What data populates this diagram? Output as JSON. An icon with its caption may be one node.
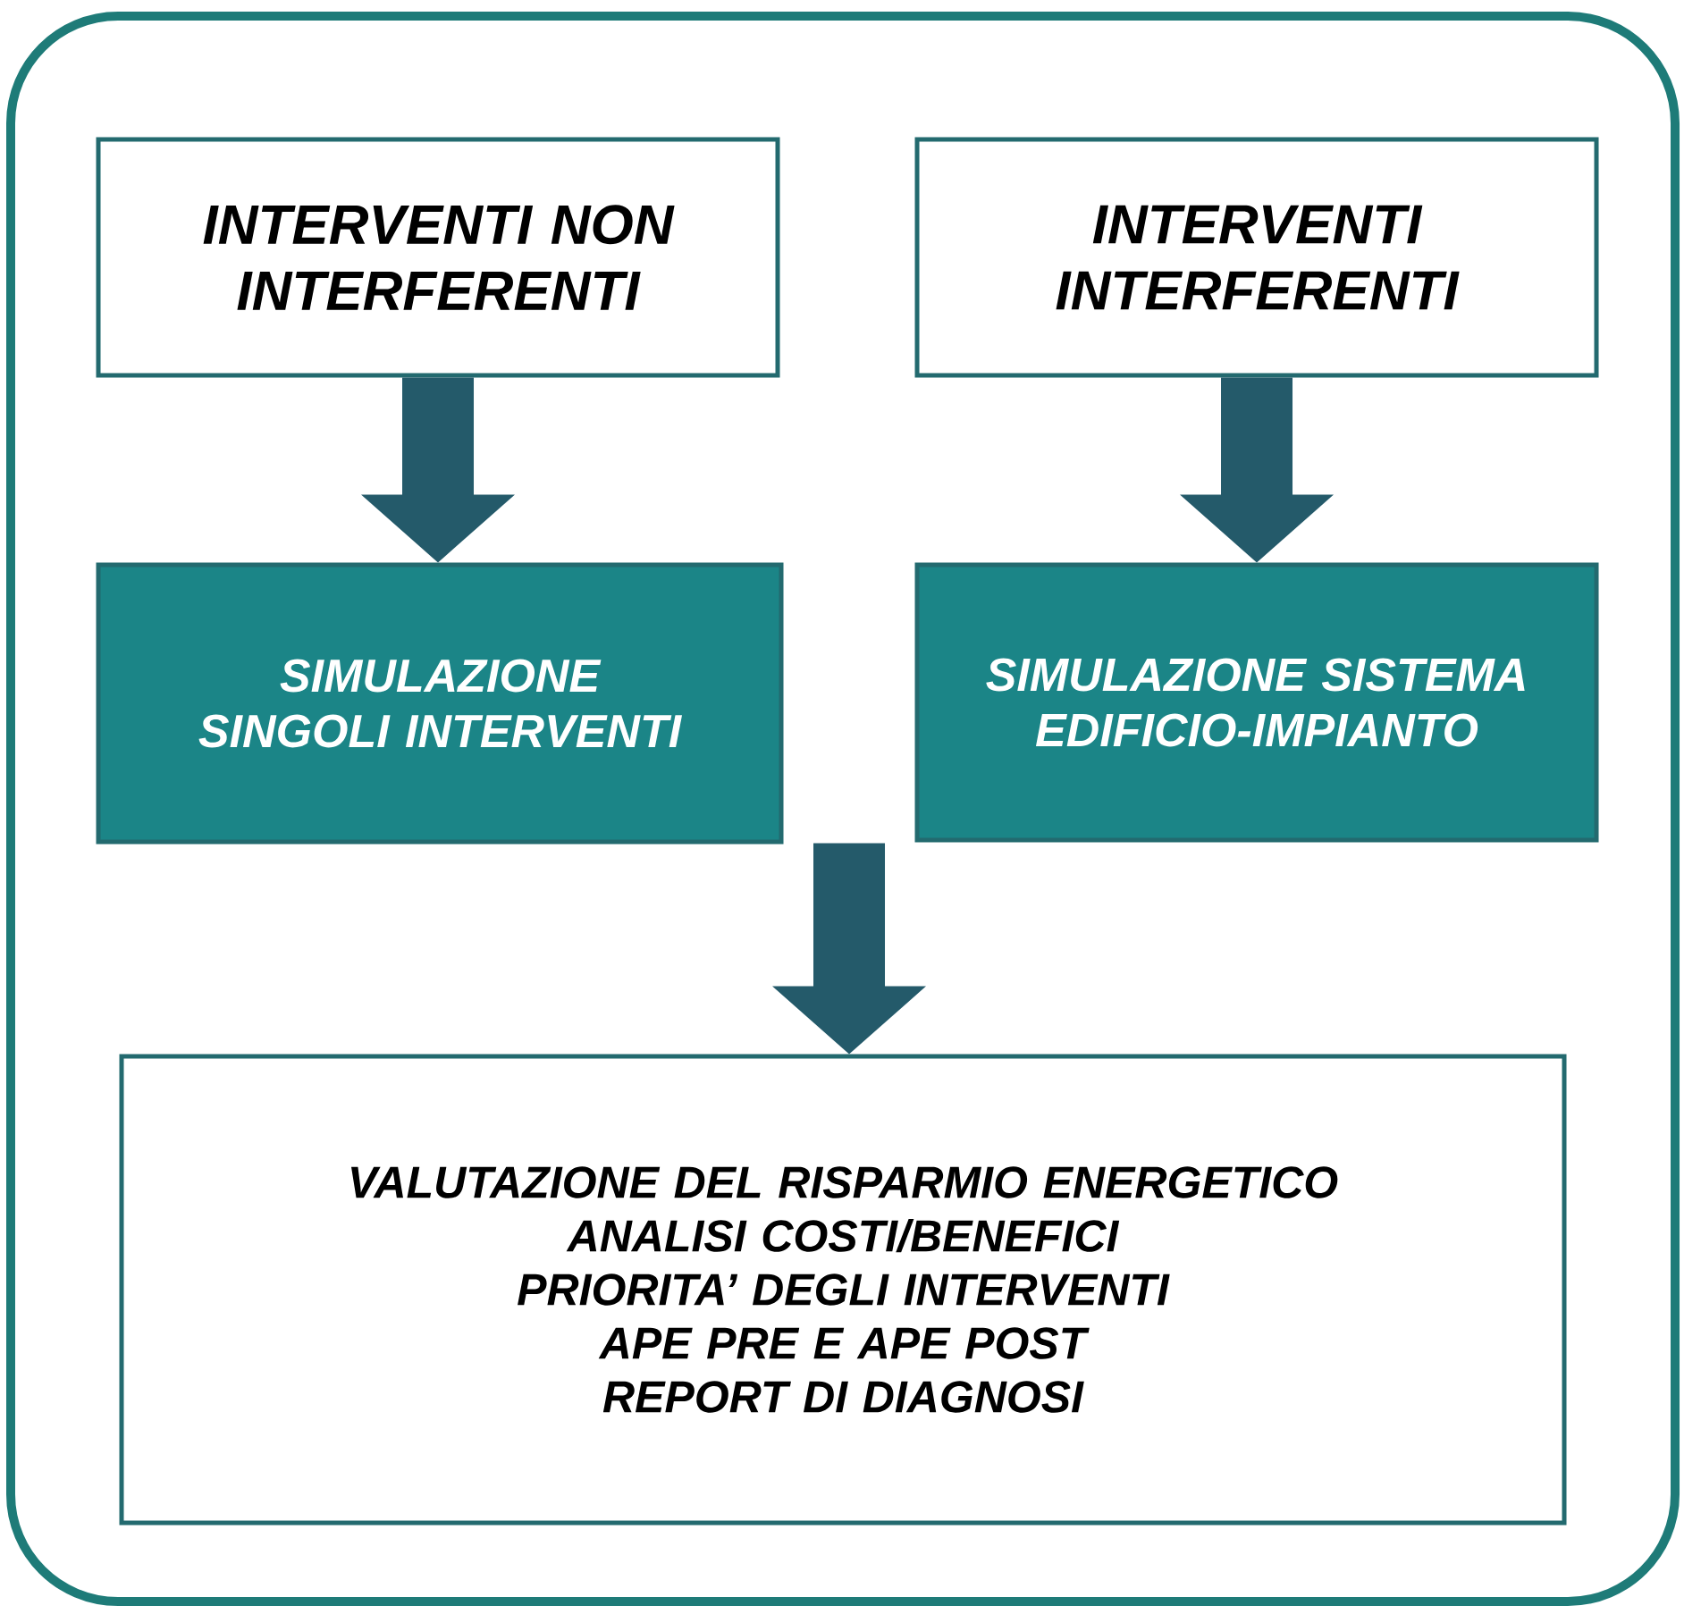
{
  "diagram": {
    "nodes": [
      {
        "text": [
          "INTERVENTI NON INTERFERENTI"
        ]
      },
      {
        "text": [
          "INTERVENTI INTERFERENTI"
        ]
      },
      {
        "text": [
          "SIMULAZIONE SINGOLI INTERVENTI"
        ]
      },
      {
        "text": [
          "SIMULAZIONE SISTEMA EDIFICIO-IMPIANTO"
        ]
      },
      {
        "text": [
          "VALUTAZIONE DEL RISPARMIO ENERGETICO",
          "ANALISI COSTI/BENEFICI",
          "PRIORITA’ DEGLI INTERVENTI",
          "APE PRE E APE POST",
          "REPORT DI DIAGNOSI"
        ]
      }
    ],
    "edges": [
      {
        "from": 0,
        "to": 2,
        "arrow": "to"
      },
      {
        "from": 1,
        "to": 3,
        "arrow": "to"
      },
      {
        "from": 2,
        "to": 4,
        "arrow": "to"
      },
      {
        "from": 3,
        "to": 4,
        "arrow": "to"
      }
    ]
  }
}
